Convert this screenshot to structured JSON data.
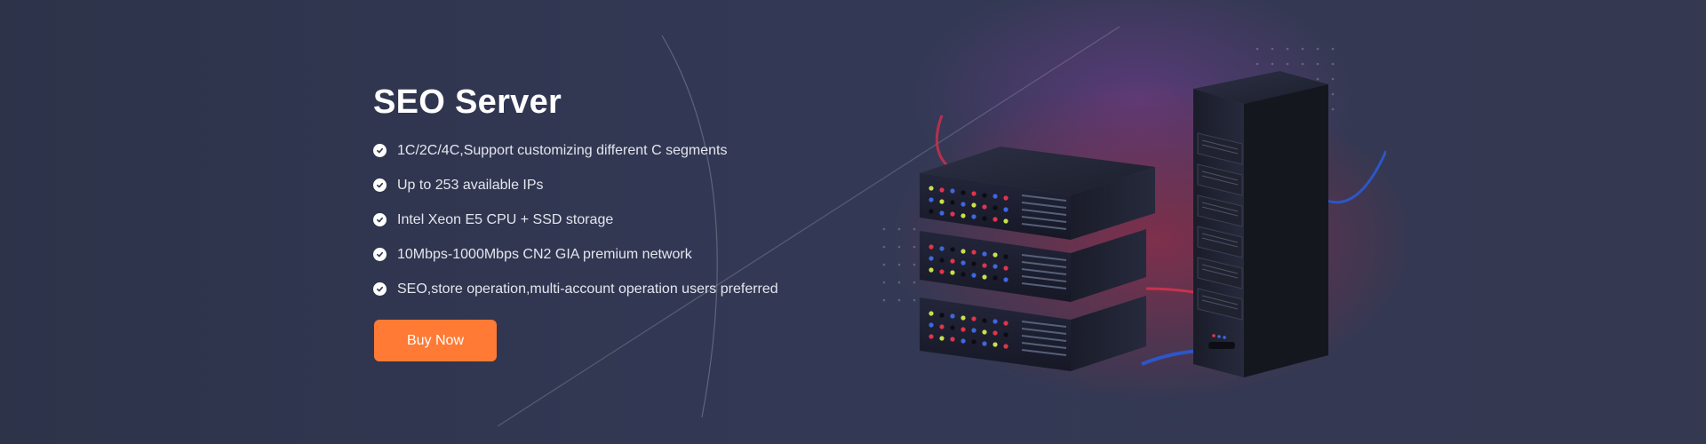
{
  "hero": {
    "title": "SEO Server",
    "features": [
      "1C/2C/4C,Support customizing different C segments",
      "Up to 253 available IPs",
      "Intel Xeon E5 CPU + SSD storage",
      "10Mbps-1000Mbps CN2 GIA premium network",
      "SEO,store operation,multi-account operation users preferred"
    ],
    "buy_label": "Buy Now"
  },
  "colors": {
    "background": "#2f3550",
    "accent": "#ff7a35",
    "text": "#e4e6ee"
  },
  "icons": [
    "check-circle-icon",
    "server-rack-illustration"
  ]
}
